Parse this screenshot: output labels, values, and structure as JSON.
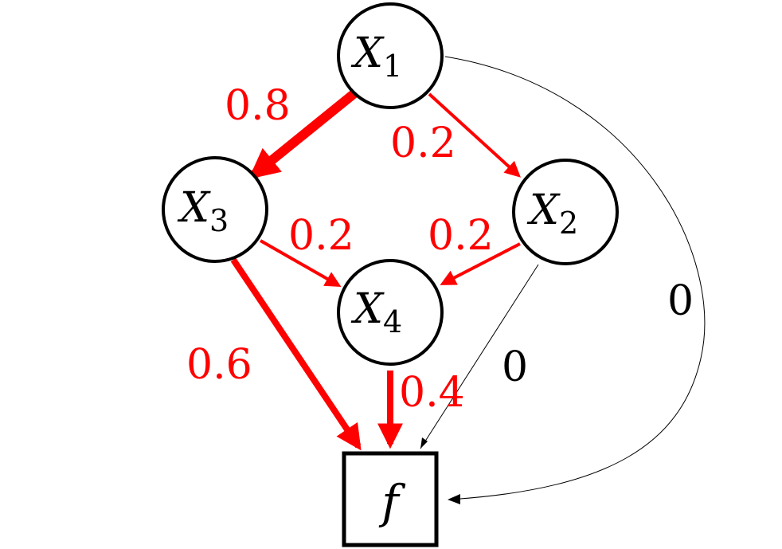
{
  "nodes": {
    "x1": {
      "base": "X",
      "sub": "1"
    },
    "x2": {
      "base": "X",
      "sub": "2"
    },
    "x3": {
      "base": "X",
      "sub": "3"
    },
    "x4": {
      "base": "X",
      "sub": "4"
    },
    "f": {
      "label": "f"
    }
  },
  "edges": {
    "x1_x3": {
      "weight": "0.8",
      "color": "#ff0000"
    },
    "x1_x2": {
      "weight": "0.2",
      "color": "#ff0000"
    },
    "x3_x4": {
      "weight": "0.2",
      "color": "#ff0000"
    },
    "x2_x4": {
      "weight": "0.2",
      "color": "#ff0000"
    },
    "x3_f": {
      "weight": "0.6",
      "color": "#ff0000"
    },
    "x4_f": {
      "weight": "0.4",
      "color": "#ff0000"
    },
    "x2_f": {
      "weight": "0",
      "color": "#000000"
    },
    "x1_f": {
      "weight": "0",
      "color": "#000000"
    }
  }
}
